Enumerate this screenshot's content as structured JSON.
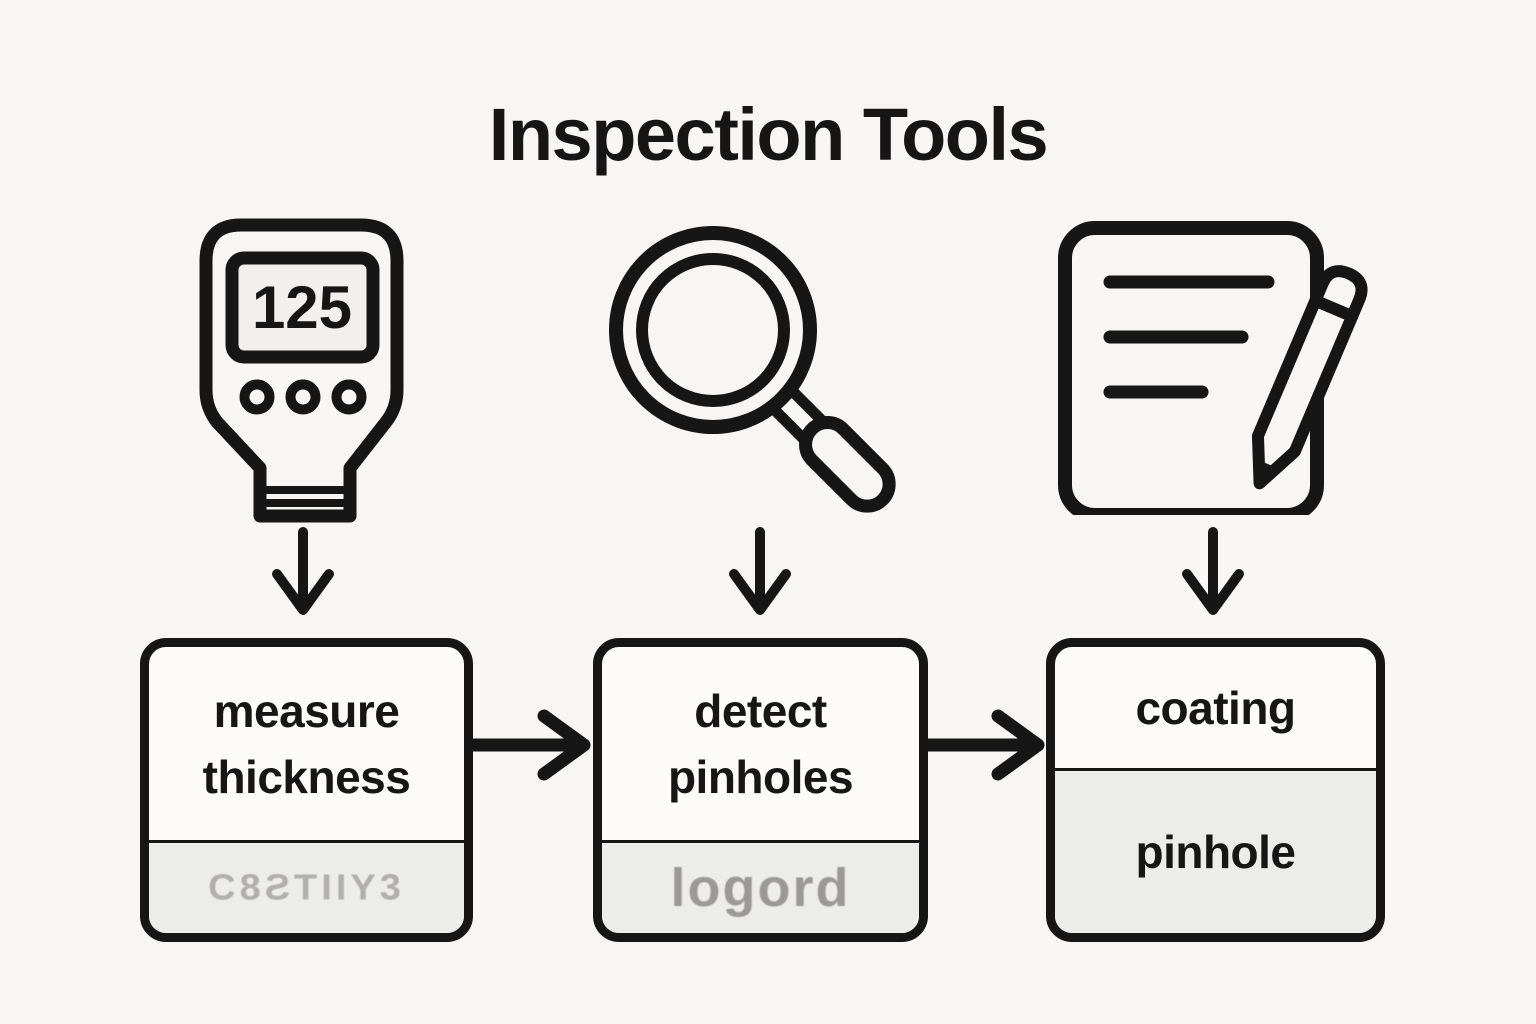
{
  "title": "Inspection Tools",
  "columns": [
    {
      "icon": "thickness-gauge-icon",
      "gauge_display": "125",
      "connector": "down-arrow-icon",
      "box": {
        "title_line1": "measure",
        "title_line2": "thickness",
        "subtitle": "C8ƧTIIY3",
        "subtitle_style": "faded-garbled"
      }
    },
    {
      "icon": "magnifier-icon",
      "connector": "down-arrow-icon",
      "box": {
        "title_line1": "detect",
        "title_line2": "pinholes",
        "subtitle": "logord",
        "subtitle_style": "faded-watermark"
      }
    },
    {
      "icon": "document-pencil-icon",
      "connector": "down-arrow-icon",
      "box": {
        "title_line1": "coating",
        "title_line2": "",
        "subtitle": "pinhole",
        "subtitle_style": "strong"
      }
    }
  ],
  "flow_connectors": [
    "right-arrow-icon",
    "right-arrow-icon"
  ],
  "colors": {
    "ink": "#161616",
    "background": "#f7f6f4",
    "panel_top_fill": "#fcfbf9",
    "panel_bottom_fill": "#ececea",
    "gauge_screen_fill": "#f1f0ee",
    "faded_garbled_text": "#b0afad",
    "faded_watermark_text": "#9a9997"
  }
}
